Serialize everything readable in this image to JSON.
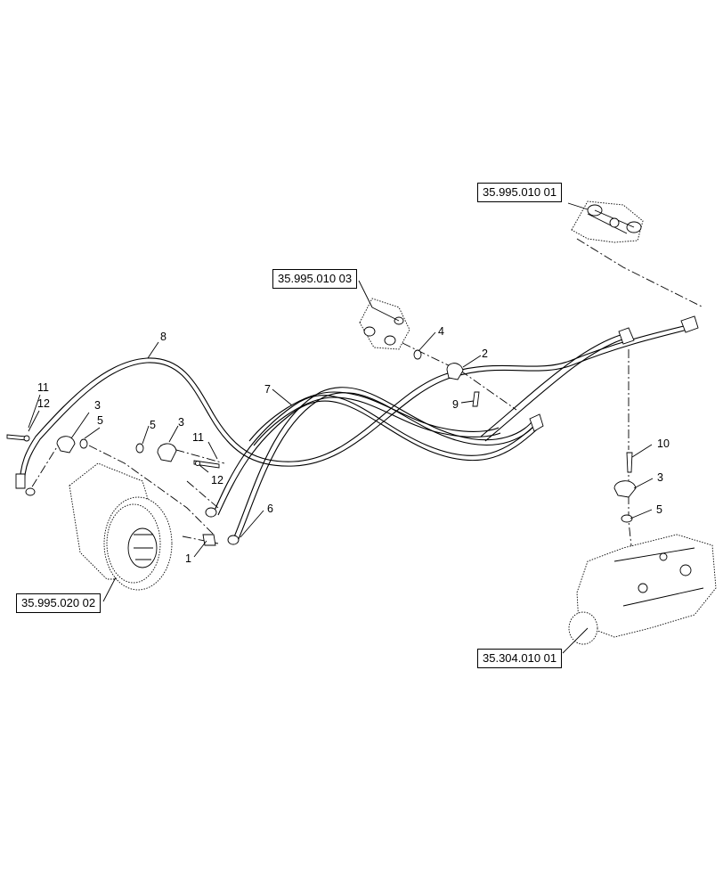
{
  "references": {
    "ref_35_995_010_01": "35.995.010 01",
    "ref_35_995_010_03": "35.995.010 03",
    "ref_35_995_020_02": "35.995.020 02",
    "ref_35_304_010_01": "35.304.010 01"
  },
  "callouts": {
    "c1": "1",
    "c2": "2",
    "c3a": "3",
    "c3b": "3",
    "c3c": "3",
    "c4": "4",
    "c5a": "5",
    "c5b": "5",
    "c5c": "5",
    "c6": "6",
    "c7": "7",
    "c8": "8",
    "c9": "9",
    "c10": "10",
    "c11a": "11",
    "c11b": "11",
    "c12a": "12",
    "c12b": "12"
  }
}
